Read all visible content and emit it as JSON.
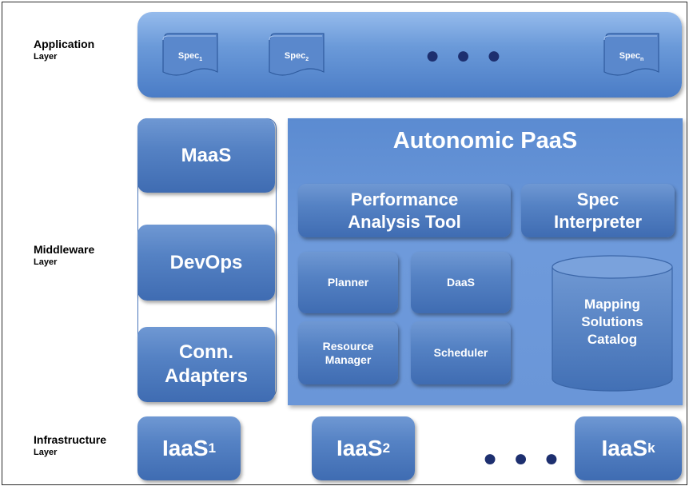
{
  "layers": {
    "application": {
      "main": "Application",
      "sub": "Layer"
    },
    "middleware": {
      "main": "Middleware",
      "sub": "Layer"
    },
    "infrastructure": {
      "main": "Infrastructure",
      "sub": "Layer"
    }
  },
  "specs": [
    {
      "base": "Spec",
      "sub": "1"
    },
    {
      "base": "Spec",
      "sub": "2"
    },
    {
      "base": "Spec",
      "sub": "n"
    }
  ],
  "ellipsis": "● ● ●",
  "middleware_column": [
    "MaaS",
    "DevOps",
    "Conn.\nAdapters"
  ],
  "paas": {
    "title": "Autonomic PaaS",
    "performance_tool": "Performance\nAnalysis Tool",
    "spec_interpreter": "Spec\nInterpreter",
    "planner": "Planner",
    "daas": "DaaS",
    "resource_manager": "Resource\nManager",
    "scheduler": "Scheduler",
    "catalog": "Mapping\nSolutions\nCatalog"
  },
  "iaas": [
    {
      "base": "IaaS",
      "sub": "1"
    },
    {
      "base": "IaaS",
      "sub": "2"
    },
    {
      "base": "IaaS",
      "sub": "k"
    }
  ],
  "colors": {
    "tile": "#4f7dc0",
    "paas_bg": "#6a96d8",
    "dots": "#1d2f6f"
  }
}
